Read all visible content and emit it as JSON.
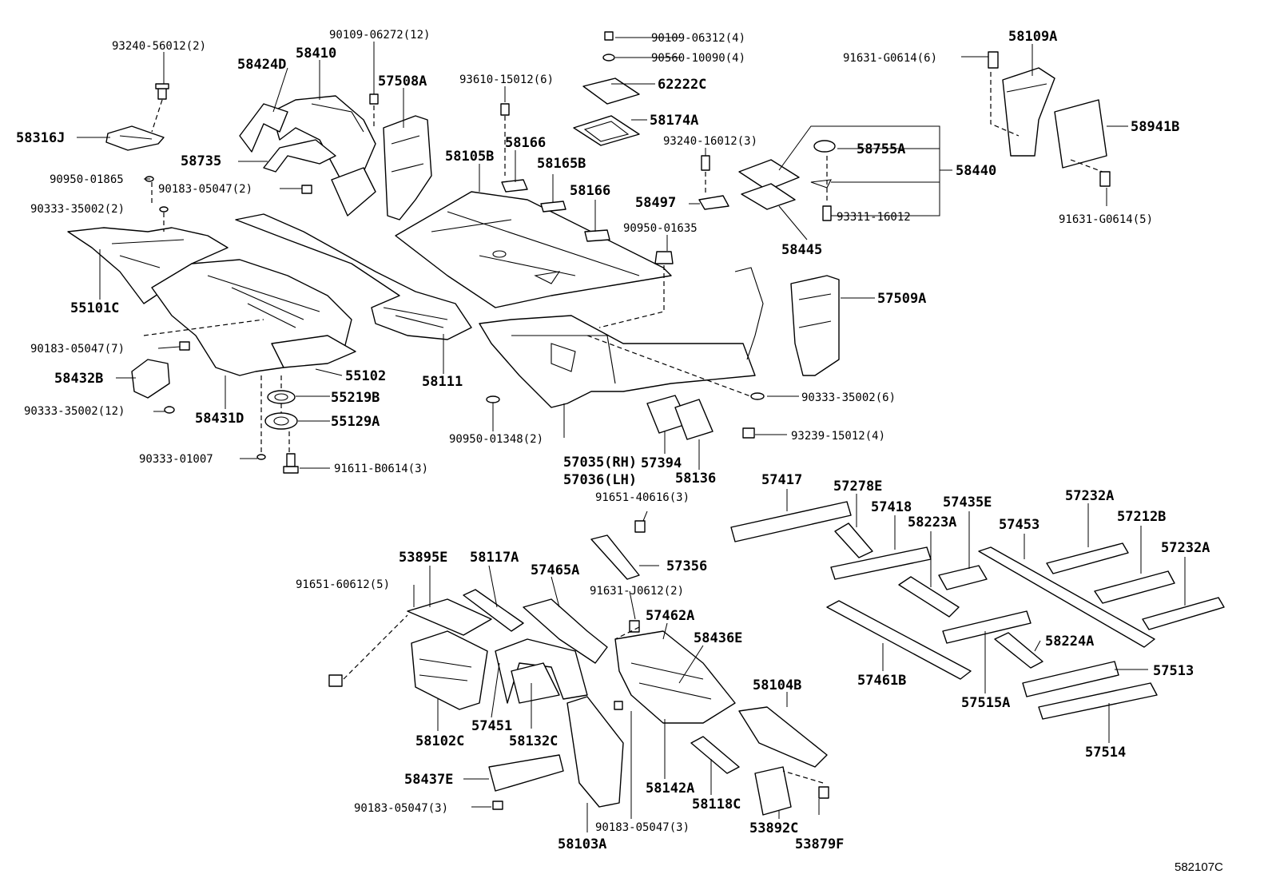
{
  "diagram_id": "582107C",
  "callouts": {
    "c93240_56012": "93240-56012(2)",
    "c58316J": "58316J",
    "c58424D": "58424D",
    "c58410": "58410",
    "c90109_06272": "90109-06272(12)",
    "c57508A": "57508A",
    "c58735": "58735",
    "c90950_01865": "90950-01865",
    "c90183_05047_2": "90183-05047(2)",
    "c90333_35002_2": "90333-35002(2)",
    "c55101C": "55101C",
    "c90183_05047_7": "90183-05047(7)",
    "c58432B": "58432B",
    "c90333_35002_12": "90333-35002(12)",
    "c58431D": "58431D",
    "c90333_01007": "90333-01007",
    "c55102": "55102",
    "c55219B": "55219B",
    "c55129A": "55129A",
    "c91611_B0614": "91611-B0614(3)",
    "c58111": "58111",
    "c93610_15012": "93610-15012(6)",
    "c58105B": "58105B",
    "c58166a": "58166",
    "c58165B": "58165B",
    "c58166b": "58166",
    "c90109_06312": "90109-06312(4)",
    "c90560_10090": "90560-10090(4)",
    "c62222C": "62222C",
    "c58174A": "58174A",
    "c93240_16012": "93240-16012(3)",
    "c58497": "58497",
    "c90950_01635": "90950-01635",
    "c58755A": "58755A",
    "c58440": "58440",
    "c93311_16012": "93311-16012",
    "c58445": "58445",
    "c91631_G0614_6": "91631-G0614(6)",
    "c58109A": "58109A",
    "c58941B": "58941B",
    "c91631_G0614_5": "91631-G0614(5)",
    "c57509A": "57509A",
    "c90333_35002_6": "90333-35002(6)",
    "c93239_15012": "93239-15012(4)",
    "c90950_01348": "90950-01348(2)",
    "c57035": "57035(RH)",
    "c57036": "57036(LH)",
    "c57394": "57394",
    "c58136": "58136",
    "c57417": "57417",
    "c57278E": "57278E",
    "c57418": "57418",
    "c57435E": "57435E",
    "c58223A": "58223A",
    "c57453": "57453",
    "c57232A_a": "57232A",
    "c57212B": "57212B",
    "c57232A_b": "57232A",
    "c91651_40616": "91651-40616(3)",
    "c57356": "57356",
    "c58224A": "58224A",
    "c57513": "57513",
    "c57461B": "57461B",
    "c57515A": "57515A",
    "c57514": "57514",
    "c53895E": "53895E",
    "c58117A": "58117A",
    "c57465A": "57465A",
    "c91651_60612": "91651-60612(5)",
    "c91631_J0612": "91631-J0612(2)",
    "c57462A": "57462A",
    "c58436E": "58436E",
    "c57451": "57451",
    "c58132C": "58132C",
    "c58102C": "58102C",
    "c58104B": "58104B",
    "c58437E": "58437E",
    "c90183_05047_3a": "90183-05047(3)",
    "c58142A": "58142A",
    "c58118C": "58118C",
    "c90183_05047_3b": "90183-05047(3)",
    "c53892C": "53892C",
    "c53879F": "53879F",
    "c58103A": "58103A"
  }
}
